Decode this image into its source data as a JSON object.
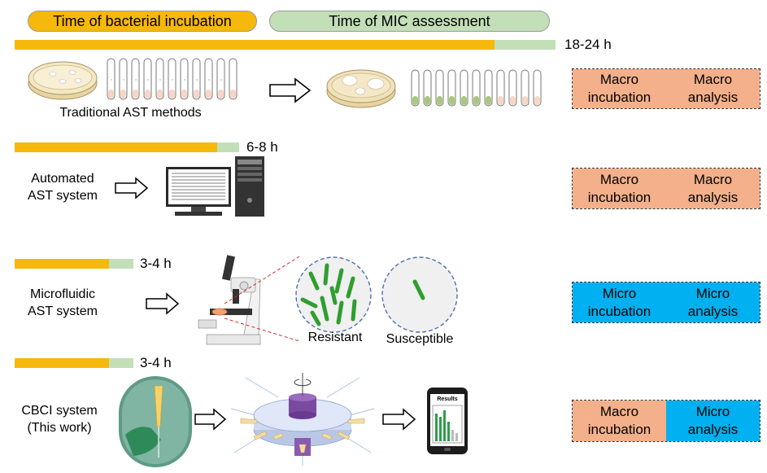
{
  "legend": {
    "incubation_label": "Time of bacterial incubation",
    "mic_label": "Time of MIC assessment",
    "incubation_color": "#f6b80a",
    "mic_color": "#c3dfb8"
  },
  "rows": [
    {
      "time": "18-24 h",
      "method": "Traditional AST methods",
      "box": {
        "left": "Macro\nincubation",
        "right": "Macro\nanalysis",
        "left_color": "#f3b08a",
        "right_color": "#f3b08a"
      }
    },
    {
      "time": "6-8 h",
      "method": "Automated\nAST system",
      "box": {
        "left": "Macro\nincubation",
        "right": "Macro\nanalysis",
        "left_color": "#f3b08a",
        "right_color": "#f3b08a"
      }
    },
    {
      "time": "3-4 h",
      "method": "Microfluidic\nAST system",
      "box": {
        "left": "Micro\nincubation",
        "right": "Micro\nanalysis",
        "left_color": "#00b0f0",
        "right_color": "#00b0f0"
      }
    },
    {
      "time": "3-4 h",
      "method": "CBCI system\n(This work)",
      "box": {
        "left": "Macro\nincubation",
        "right": "Micro\nanalysis",
        "left_color": "#f3b08a",
        "right_color": "#00b0f0"
      }
    }
  ],
  "microscopy": {
    "resistant_label": "Resistant",
    "susceptible_label": "Susceptible"
  },
  "phone": {
    "screen_title": "Results"
  }
}
